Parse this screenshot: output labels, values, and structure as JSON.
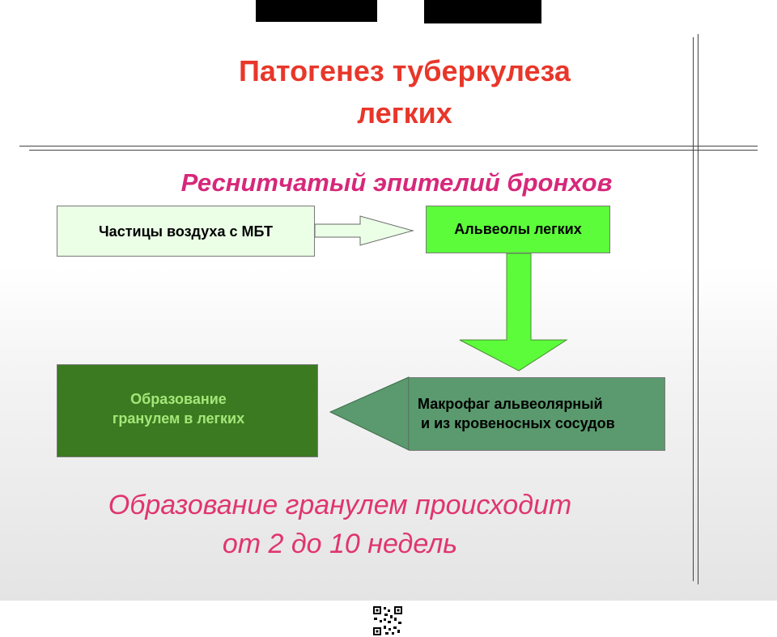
{
  "title_line1": "Патогенез туберкулеза",
  "title_line2": "легких",
  "subtitle": "Реснитчатый эпителий бронхов",
  "nodes": {
    "air": "Частицы воздуха с МБТ",
    "alveoli": "Альвеолы легких",
    "macrophage_line1": "Макрофаг альвеолярный",
    "macrophage_line2": "и из кровеносных сосудов",
    "granuloma_line1": "Образование",
    "granuloma_line2": "гранулем в легких"
  },
  "note_line1": "Образование гранулем происходит",
  "note_line2": "от 2 до 10 недель",
  "colors": {
    "title": "#e8372a",
    "subtitle": "#d6287a",
    "note": "#e0356f",
    "air_box": "#eaffe6",
    "alveoli_box": "#5cfc3a",
    "granuloma_box": "#3b7a21",
    "granuloma_text": "#a5e678",
    "macrophage_box": "#5a9a6e"
  },
  "icons": [
    "qr-code-icon"
  ]
}
